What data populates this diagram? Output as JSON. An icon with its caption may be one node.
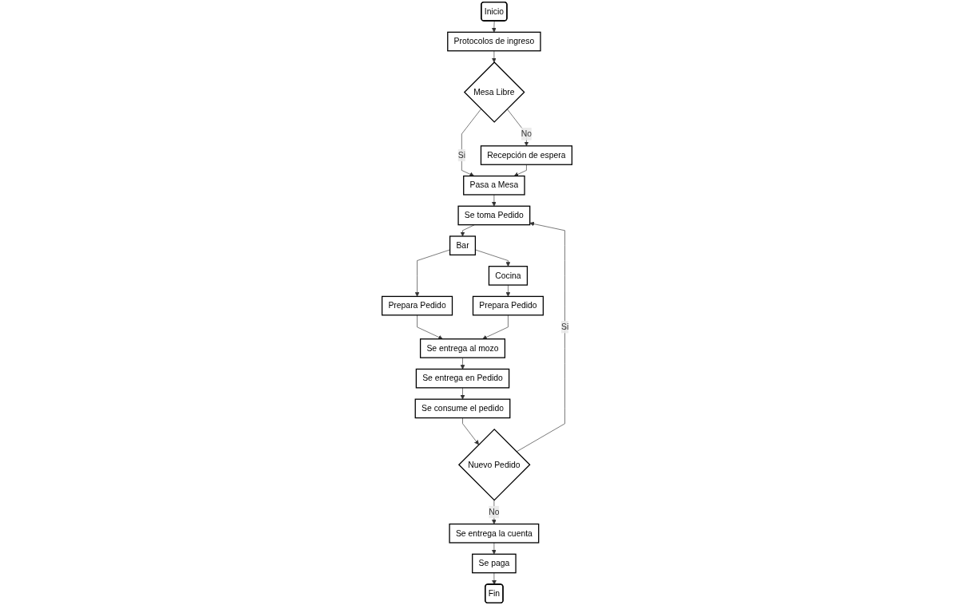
{
  "diagram": {
    "nodes": [
      {
        "text": [
          "Inicio"
        ]
      },
      {
        "text": [
          "Protocolos de ingreso"
        ]
      },
      {
        "text": [
          "Mesa Libre"
        ]
      },
      {
        "text": [
          "Recepción de espera"
        ]
      },
      {
        "text": [
          "Pasa a Mesa"
        ]
      },
      {
        "text": [
          "Se toma Pedido"
        ]
      },
      {
        "text": [
          "Bar"
        ]
      },
      {
        "text": [
          "Cocina"
        ]
      },
      {
        "text": [
          "Prepara Pedido"
        ]
      },
      {
        "text": [
          "Prepara Pedido"
        ]
      },
      {
        "text": [
          "Se entrega al mozo"
        ]
      },
      {
        "text": [
          "Se entrega en Pedido"
        ]
      },
      {
        "text": [
          "Se consume el pedido"
        ]
      },
      {
        "text": [
          "Nuevo Pedido"
        ]
      },
      {
        "text": [
          "Se entrega la cuenta"
        ]
      },
      {
        "text": [
          "Se paga"
        ]
      },
      {
        "text": [
          "Fin"
        ]
      }
    ],
    "edges": [
      {
        "from": 0,
        "to": 1,
        "arrow": "to"
      },
      {
        "from": 1,
        "to": 2,
        "arrow": "to"
      },
      {
        "from": 2,
        "to": 3,
        "label": "No",
        "arrow": "to"
      },
      {
        "from": 2,
        "to": 4,
        "label": "Si",
        "arrow": "to"
      },
      {
        "from": 3,
        "to": 4,
        "arrow": "to"
      },
      {
        "from": 4,
        "to": 5,
        "arrow": "to"
      },
      {
        "from": 5,
        "to": 6,
        "arrow": "to"
      },
      {
        "from": 6,
        "to": 7,
        "arrow": "to"
      },
      {
        "from": 6,
        "to": 8,
        "arrow": "to"
      },
      {
        "from": 7,
        "to": 9,
        "arrow": "to"
      },
      {
        "from": 8,
        "to": 10,
        "arrow": "to"
      },
      {
        "from": 9,
        "to": 10,
        "arrow": "to"
      },
      {
        "from": 10,
        "to": 11,
        "arrow": "to"
      },
      {
        "from": 11,
        "to": 12,
        "arrow": "to"
      },
      {
        "from": 12,
        "to": 13,
        "arrow": "to"
      },
      {
        "from": 13,
        "to": 14,
        "label": "No",
        "arrow": "to"
      },
      {
        "from": 13,
        "to": 5,
        "label": "Si",
        "arrow": "to"
      },
      {
        "from": 14,
        "to": 15,
        "arrow": "to"
      },
      {
        "from": 15,
        "to": 16,
        "arrow": "to"
      }
    ]
  }
}
